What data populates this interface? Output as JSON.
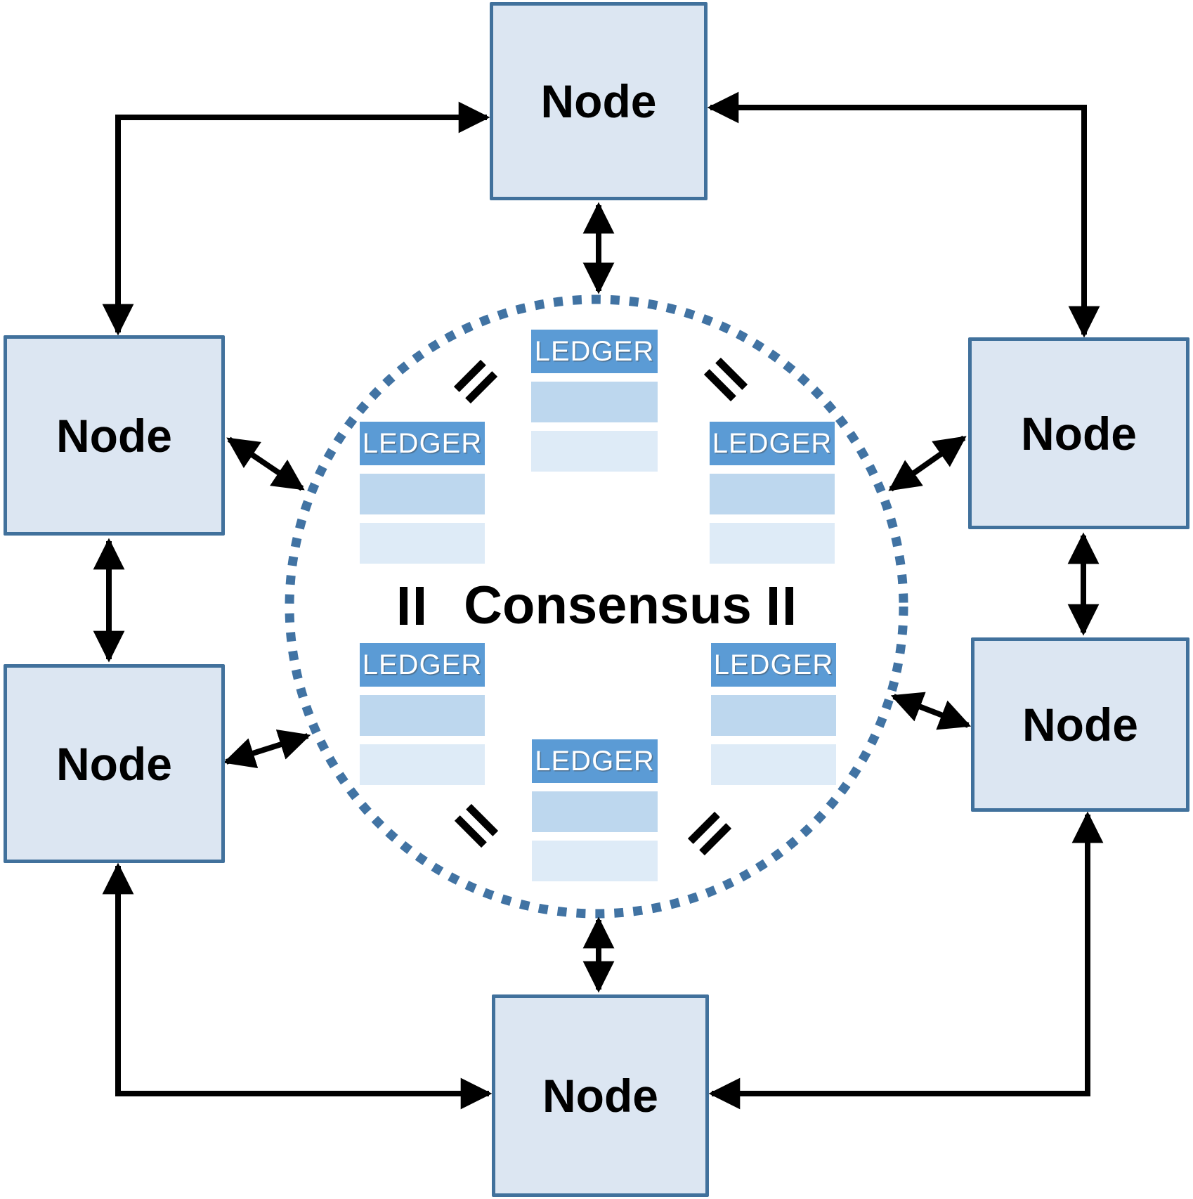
{
  "diagram": {
    "consensus_label": "Consensus",
    "equals_symbol": "=",
    "colors": {
      "node_fill": "#dce6f2",
      "node_border": "#41719c",
      "ledger_header": "#5b9bd5",
      "ledger_row_mid": "#bdd7ee",
      "ledger_row_light": "#deebf7",
      "circle_dots": "#4173a3",
      "arrow": "#000000",
      "text": "#000000"
    }
  },
  "nodes": [
    {
      "position": "top-center",
      "label": "Node"
    },
    {
      "position": "upper-left",
      "label": "Node"
    },
    {
      "position": "upper-right",
      "label": "Node"
    },
    {
      "position": "lower-left",
      "label": "Node"
    },
    {
      "position": "lower-right",
      "label": "Node"
    },
    {
      "position": "bottom-center",
      "label": "Node"
    }
  ],
  "ledgers": [
    {
      "position": "top-center",
      "label": "LEDGER"
    },
    {
      "position": "middle-left",
      "label": "LEDGER"
    },
    {
      "position": "middle-right",
      "label": "LEDGER"
    },
    {
      "position": "lower-left",
      "label": "LEDGER"
    },
    {
      "position": "lower-right",
      "label": "LEDGER"
    },
    {
      "position": "bottom-center",
      "label": "LEDGER"
    }
  ]
}
